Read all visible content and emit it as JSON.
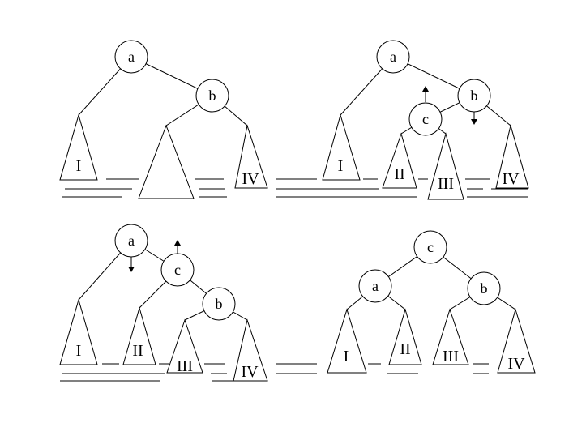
{
  "nodes": {
    "p1_a": "a",
    "p1_b": "b",
    "p2_a": "a",
    "p2_b": "b",
    "p2_c": "c",
    "p3_a": "a",
    "p3_c": "c",
    "p3_b": "b",
    "p4_c": "c",
    "p4_a": "a",
    "p4_b": "b"
  },
  "subtrees": {
    "p1_I": "I",
    "p1_IV": "IV",
    "p2_I": "I",
    "p2_II": "II",
    "p2_III": "III",
    "p2_IV": "IV",
    "p3_I": "I",
    "p3_II": "II",
    "p3_III": "III",
    "p3_IV": "IV",
    "p4_I": "I",
    "p4_II": "II",
    "p4_III": "III",
    "p4_IV": "IV"
  },
  "colors": {
    "stroke": "#000000",
    "background": "#ffffff"
  }
}
